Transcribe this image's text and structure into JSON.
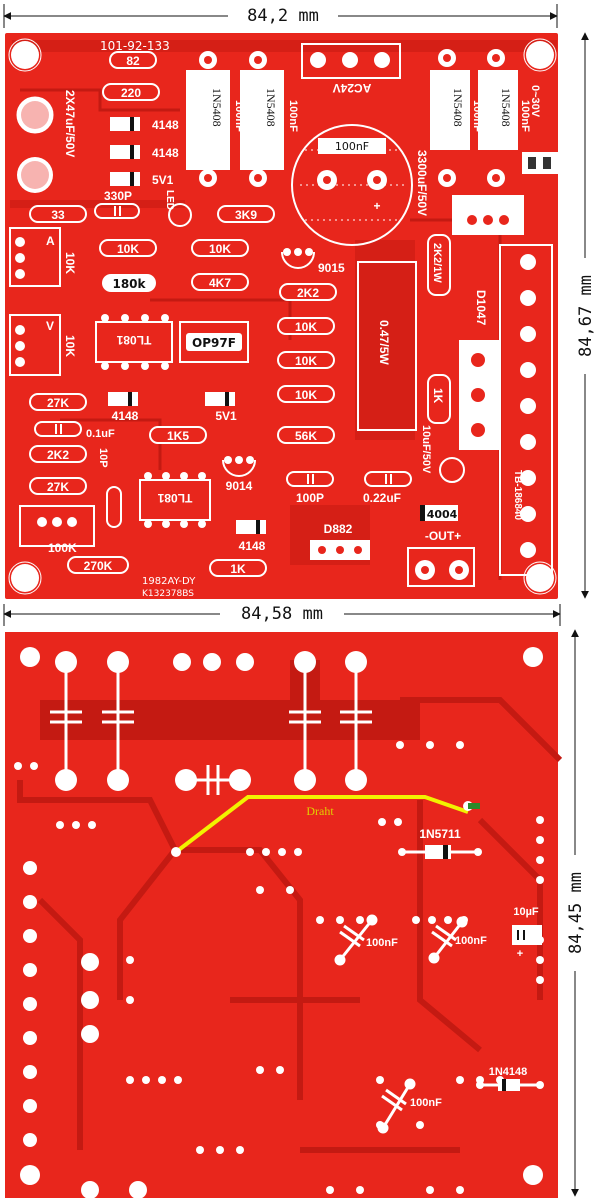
{
  "dims": {
    "top_width": "84,2 mm",
    "top_height": "84,67 mm",
    "bottom_width": "84,58 mm",
    "bottom_height": "84,45 mm"
  },
  "top": {
    "board_id": "101-92-133",
    "r82": "82",
    "r220": "220",
    "d4148a": "4148",
    "d4148b": "4148",
    "z5v1a": "5V1",
    "cap_2x47": "2X47uF/50V",
    "c330p": "330P",
    "led": "LED",
    "r33": "33",
    "r3k9": "3K9",
    "d1n5408a": "1N5408",
    "d1n5408b": "1N5408",
    "d1n5408c": "1N5408",
    "d1n5408d": "1N5408",
    "c100na": "100nF",
    "c100nb": "100nF",
    "c100nc": "100nF",
    "c100nd": "100nF",
    "c100ne": "100nF",
    "ac24v": "AC24V",
    "c3300": "3300uF/50V",
    "range": "0~30V",
    "r10ka": "10K",
    "r10kb": "10K",
    "r10kc": "10K",
    "r10kd": "10K",
    "r10ke": "10K",
    "pot_a": "A",
    "pot_a_val": "10K",
    "pot_v": "V",
    "pot_v_val": "10K",
    "r180k": "180k",
    "r4k7": "4K7",
    "q9015": "9015",
    "r2k2a": "2K2",
    "r2k2_1w": "2K2/1W",
    "ic1": "TL081",
    "op97": "OP97F",
    "r047": "0.47/5W",
    "q_d1047": "D1047",
    "r1k": "1K",
    "r27ka": "27K",
    "d4148c": "4148",
    "z5v1b": "5V1",
    "c01uf": "0.1uF",
    "r1k5": "1K5",
    "r56k": "56K",
    "c10uf": "10uF/50V",
    "terminal": "TB-186840",
    "r2k2b": "2K2",
    "c10p": "10P",
    "r27kb": "27K",
    "q9014": "9014",
    "ic2": "TL081",
    "c100p": "100P",
    "c022": "0.22uF",
    "d4004": "4004",
    "r100k": "100K",
    "d4148d": "4148",
    "qd882": "D882",
    "out": "-OUT+",
    "r270k": "270K",
    "r1kb": "1K",
    "footer1": "1982AY-DY",
    "footer2": "K132378BS"
  },
  "bottom": {
    "draht": "Draht",
    "d1n5711": "1N5711",
    "c10u": "10µF",
    "c100n_a": "100nF",
    "c100n_b": "100nF",
    "c100n_c": "100nF",
    "d1n4148": "1N4148"
  },
  "colors": {
    "pcb": "#e8261c",
    "copper": "#c41a12",
    "silk": "#ffffff",
    "wire": "#f2f200",
    "wire_label": "#e0d000"
  }
}
